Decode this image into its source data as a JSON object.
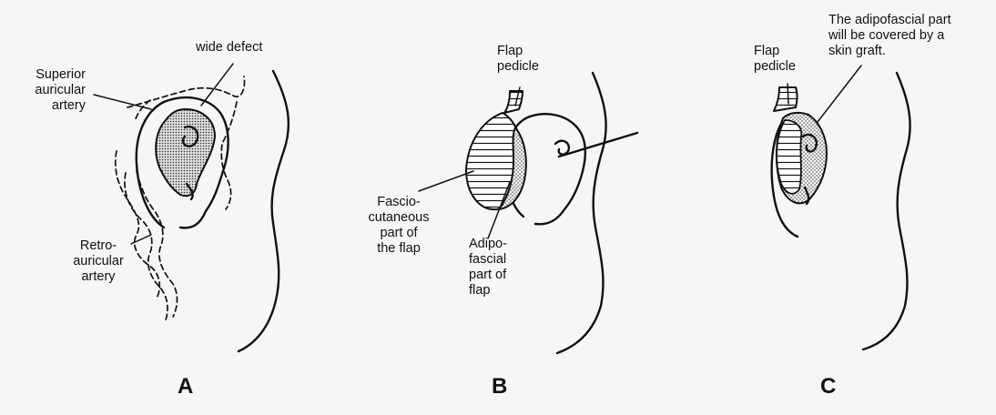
{
  "panels": [
    {
      "letter": "A",
      "labels": {
        "wide_defect": [
          "wide defect"
        ],
        "superior_auricular_artery": [
          "Superior",
          "auricular",
          "artery"
        ],
        "retroauricular_artery": [
          "Retro-",
          "auricular",
          "artery"
        ]
      }
    },
    {
      "letter": "B",
      "labels": {
        "flap_pedicle": [
          "Flap",
          "pedicle"
        ],
        "fasciocutaneous_part": [
          "Fascio-",
          "cutaneous",
          "part of",
          "the flap"
        ],
        "adipofascial_part": [
          "Adipo-",
          "fascial",
          "part of",
          "flap"
        ]
      }
    },
    {
      "letter": "C",
      "labels": {
        "flap_pedicle": [
          "Flap",
          "pedicle"
        ],
        "skin_graft_note": [
          "The  adipofascial part",
          "will be covered by  a",
          "skin graft."
        ]
      }
    }
  ],
  "colors": {
    "background": "#f6f6f4",
    "ink": "#111111"
  }
}
